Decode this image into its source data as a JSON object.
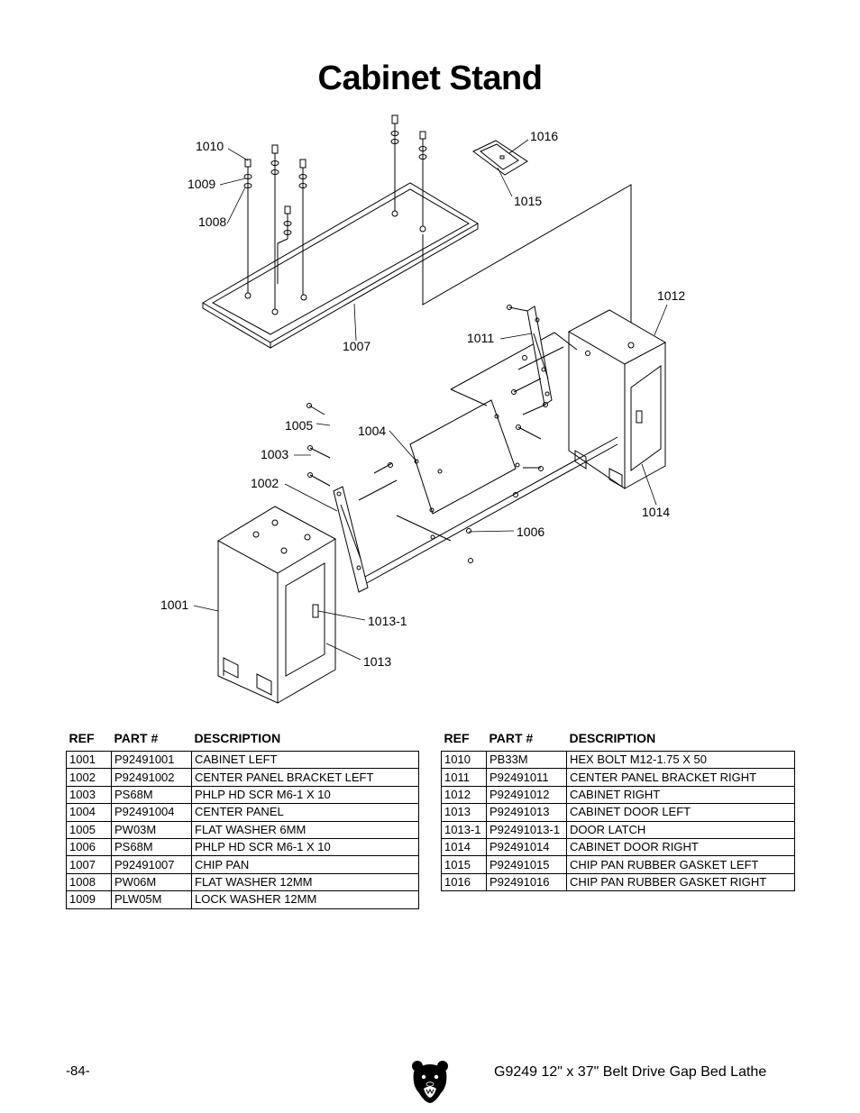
{
  "page": {
    "title": "Cabinet Stand",
    "page_number": "-84-",
    "footer_title": "G9249  12\" x 37\" Belt Drive Gap Bed Lathe"
  },
  "diagram": {
    "callouts": [
      "1010",
      "1009",
      "1008",
      "1016",
      "1015",
      "1012",
      "1011",
      "1007",
      "1005",
      "1004",
      "1003",
      "1002",
      "1006",
      "1014",
      "1001",
      "1013-1",
      "1013"
    ]
  },
  "logo": {
    "icon": "grizzly-bear-head-icon"
  },
  "table_left": {
    "headers": [
      "REF",
      "PART #",
      "DESCRIPTION"
    ],
    "rows": [
      [
        "1001",
        "P92491001",
        "CABINET LEFT"
      ],
      [
        "1002",
        "P92491002",
        "CENTER PANEL BRACKET LEFT"
      ],
      [
        "1003",
        "PS68M",
        "PHLP HD SCR M6-1 X 10"
      ],
      [
        "1004",
        "P92491004",
        "CENTER PANEL"
      ],
      [
        "1005",
        "PW03M",
        "FLAT WASHER 6MM"
      ],
      [
        "1006",
        "PS68M",
        "PHLP HD SCR M6-1 X 10"
      ],
      [
        "1007",
        "P92491007",
        "CHIP PAN"
      ],
      [
        "1008",
        "PW06M",
        "FLAT WASHER 12MM"
      ],
      [
        "1009",
        "PLW05M",
        "LOCK WASHER 12MM"
      ]
    ]
  },
  "table_right": {
    "headers": [
      "REF",
      "PART #",
      "DESCRIPTION"
    ],
    "rows": [
      [
        "1010",
        "PB33M",
        "HEX BOLT M12-1.75 X 50"
      ],
      [
        "1011",
        "P92491011",
        "CENTER PANEL BRACKET RIGHT"
      ],
      [
        "1012",
        "P92491012",
        "CABINET RIGHT"
      ],
      [
        "1013",
        "P92491013",
        "CABINET DOOR LEFT"
      ],
      [
        "1013-1",
        "P92491013-1",
        "DOOR LATCH"
      ],
      [
        "1014",
        "P92491014",
        "CABINET DOOR RIGHT"
      ],
      [
        "1015",
        "P92491015",
        "CHIP PAN RUBBER GASKET LEFT"
      ],
      [
        "1016",
        "P92491016",
        "CHIP PAN RUBBER GASKET RIGHT"
      ]
    ]
  }
}
